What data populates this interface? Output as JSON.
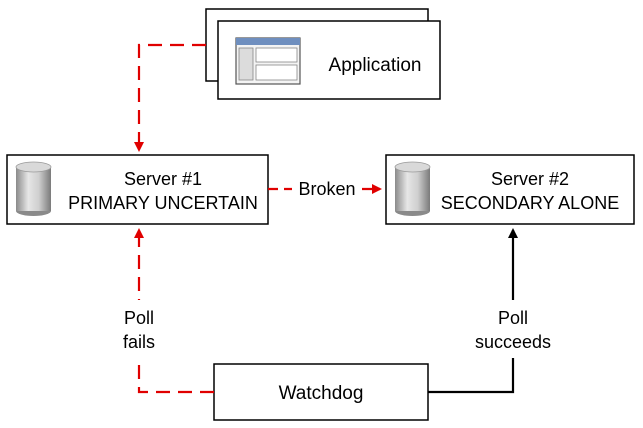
{
  "nodes": {
    "application": {
      "label": "Application",
      "icon": "application-window-icon"
    },
    "server1": {
      "title": "Server #1",
      "status": "PRIMARY UNCERTAIN",
      "icon": "database-cylinder-icon"
    },
    "server2": {
      "title": "Server #2",
      "status": "SECONDARY ALONE",
      "icon": "database-cylinder-icon"
    },
    "watchdog": {
      "label": "Watchdog"
    }
  },
  "edges": {
    "link_broken": {
      "label": "Broken",
      "style": "dashed",
      "color": "#e00000"
    },
    "poll_server1": {
      "label_line1": "Poll",
      "label_line2": "fails",
      "style": "dashed",
      "color": "#e00000"
    },
    "poll_server2": {
      "label_line1": "Poll",
      "label_line2": "succeeds",
      "style": "solid",
      "color": "#000000"
    },
    "app_to_server1": {
      "style": "dashed",
      "color": "#e00000"
    }
  }
}
